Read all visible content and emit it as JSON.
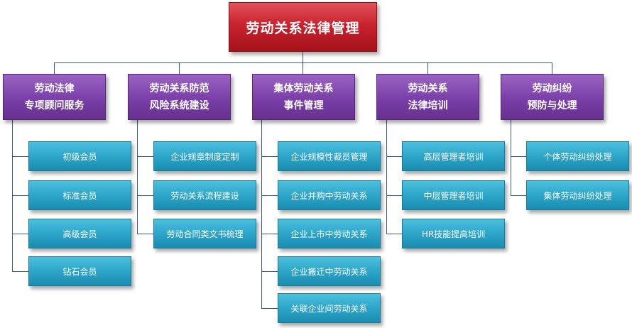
{
  "root": {
    "title": "劳动关系法律管理"
  },
  "categories": [
    {
      "line1": "劳动法律",
      "line2": "专项顾问服务",
      "items": [
        "初级会员",
        "标准会员",
        "高级会员",
        "钻石会员"
      ]
    },
    {
      "line1": "劳动关系防范",
      "line2": "风险系统建设",
      "items": [
        "企业规章制度定制",
        "劳动关系流程建设",
        "劳动合同类文书梳理"
      ]
    },
    {
      "line1": "集体劳动关系",
      "line2": "事件管理",
      "items": [
        "企业规模性裁员管理",
        "企业并购中劳动关系",
        "企业上市中劳动关系",
        "企业搬迁中劳动关系",
        "关联企业间劳动关系"
      ]
    },
    {
      "line1": "劳动关系",
      "line2": "法律培训",
      "items": [
        "高层管理者培训",
        "中层管理者培训",
        "HR技能提高培训"
      ]
    },
    {
      "line1": "劳动纠纷",
      "line2": "预防与处理",
      "items": [
        "个体劳动纠纷处理",
        "集体劳动纠纷处理"
      ]
    }
  ]
}
